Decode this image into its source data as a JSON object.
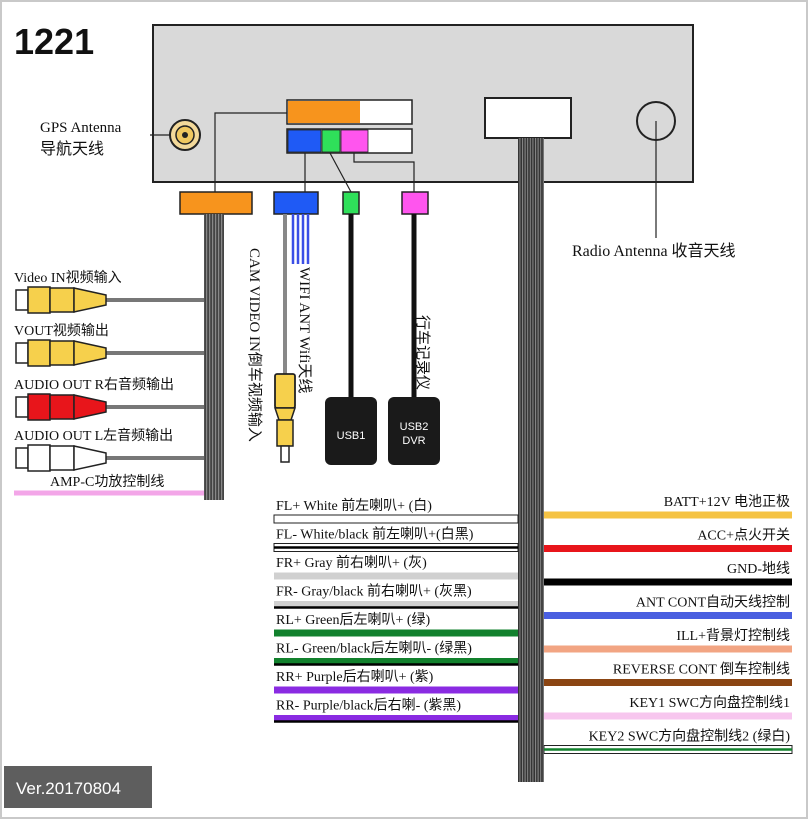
{
  "model": "1221",
  "version": "Ver.20170804",
  "antennas": {
    "gps": {
      "en": "GPS Antenna",
      "cn": "导航天线"
    },
    "radio": "Radio Antenna 收音天线"
  },
  "left_connectors": [
    {
      "label": "Video IN视频输入",
      "color": "#f6d04c"
    },
    {
      "label": "VOUT视频输出",
      "color": "#f6d04c"
    },
    {
      "label": "AUDIO OUT R右音频输出",
      "color": "#e8151b"
    },
    {
      "label": "AUDIO OUT L左音频输出",
      "color": "#ffffff"
    }
  ],
  "amp_line": {
    "label": "AMP-C功放控制线",
    "color": "#f3a6e8"
  },
  "vertical_labels": {
    "cam_video": "CAM VIDEO  IN倒车视频输入",
    "wifi": "WIFI ANT Wifi天线",
    "dvr": "行车记录仪"
  },
  "usb": [
    {
      "line1": "USB1",
      "line2": ""
    },
    {
      "line1": "USB2",
      "line2": "DVR"
    }
  ],
  "speaker_wires": [
    {
      "label": "FL+ White 前左喇叭+ (白)",
      "color": "#ffffff",
      "stripe": ""
    },
    {
      "label": "FL- White/black 前左喇叭+(白黑)",
      "color": "#ffffff",
      "stripe": "#000000"
    },
    {
      "label": "FR+ Gray 前右喇叭+ (灰)",
      "color": "#d0d0d0",
      "stripe": ""
    },
    {
      "label": "FR- Gray/black 前右喇叭+ (灰黑)",
      "color": "#d0d0d0",
      "stripe": "#000000"
    },
    {
      "label": "RL+ Green后左喇叭+ (绿)",
      "color": "#12812d",
      "stripe": ""
    },
    {
      "label": "RL- Green/black后左喇叭- (绿黑)",
      "color": "#12812d",
      "stripe": "#000000"
    },
    {
      "label": "RR+ Purple后右喇叭+ (紫)",
      "color": "#8a2be2",
      "stripe": ""
    },
    {
      "label": "RR- Purple/black后右喇- (紫黑)",
      "color": "#8a2be2",
      "stripe": "#000000"
    }
  ],
  "power_wires": [
    {
      "label": "BATT+12V 电池正极",
      "color": "#f5c344",
      "stripe": ""
    },
    {
      "label": "ACC+点火开关",
      "color": "#e8151b",
      "stripe": ""
    },
    {
      "label": "GND-地线",
      "color": "#000000",
      "stripe": ""
    },
    {
      "label": "ANT CONT自动天线控制",
      "color": "#4a5fe0",
      "stripe": ""
    },
    {
      "label": "ILL+背景灯控制线",
      "color": "#f2a583",
      "stripe": ""
    },
    {
      "label": "REVERSE CONT 倒车控制线",
      "color": "#8b4513",
      "stripe": ""
    },
    {
      "label": "KEY1 SWC方向盘控制线1",
      "color": "#f7c6ee",
      "stripe": ""
    },
    {
      "label": "KEY2 SWC方向盘控制线2 (绿白)",
      "color": "#ffffff",
      "stripe": "#12812d"
    }
  ],
  "connector_colors": {
    "orange": "#f7941d",
    "blue": "#1f5af5",
    "green": "#2fe05a",
    "magenta": "#ff55ee",
    "head_unit": "#d9d9d9"
  }
}
